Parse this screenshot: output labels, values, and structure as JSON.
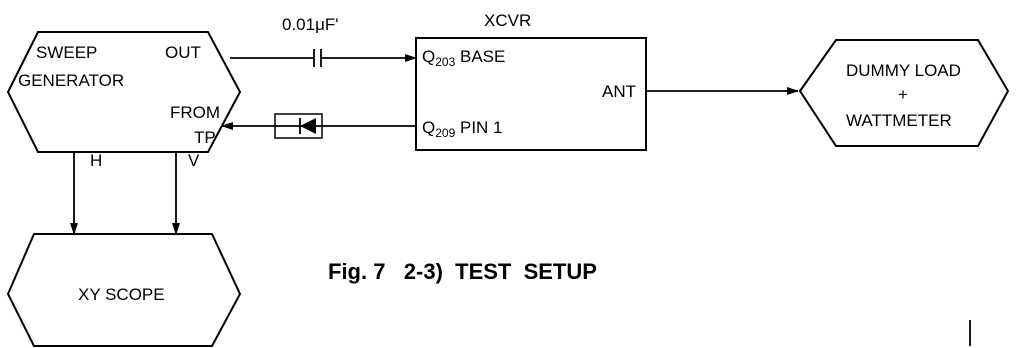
{
  "diagram": {
    "sweep_generator": {
      "line1": "SWEEP",
      "line2": "GENERATOR",
      "out": "OUT",
      "from": "FROM",
      "tp": "TP",
      "h": "H",
      "v": "V"
    },
    "capacitor": "0.01μF'",
    "xcvr": {
      "title": "XCVR",
      "q203_main": "Q",
      "q203_sub": "203",
      "q203_rest": " BASE",
      "ant": "ANT",
      "q209_main": "Q",
      "q209_sub": "209",
      "q209_rest": " PIN 1"
    },
    "dummy_load": {
      "line1": "DUMMY LOAD",
      "plus": "+",
      "line2": "WATTMETER"
    },
    "xy_scope": "XY SCOPE",
    "caption": "Fig. 7   2-3)  TEST  SETUP"
  }
}
